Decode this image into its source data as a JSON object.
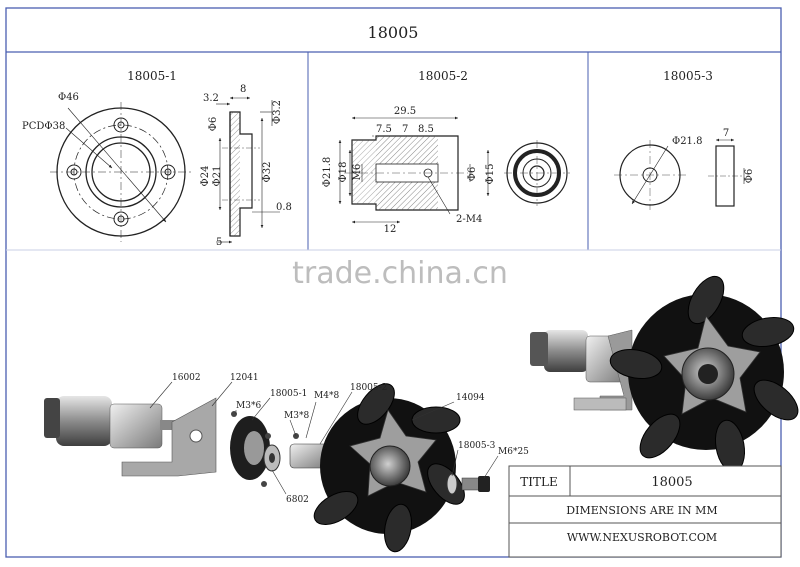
{
  "header": {
    "title": "18005"
  },
  "parts": {
    "p1": {
      "label": "18005-1",
      "dims": {
        "d46": "Φ46",
        "pcd": "PCDΦ38",
        "w32": "3.2",
        "w8": "8",
        "d6": "Φ6",
        "v32": "Φ3.2",
        "d24": "Φ24",
        "d21": "Φ21",
        "d32": "Φ32",
        "t08": "0.8",
        "t5": "5"
      }
    },
    "p2": {
      "label": "18005-2",
      "dims": {
        "l295": "29.5",
        "l75a": "7.5",
        "l7": "7",
        "l85": "8.5",
        "d218": "Φ21.8",
        "d18": "Φ18",
        "m6": "M6",
        "d6": "Φ6",
        "d15": "Φ15",
        "l12": "12",
        "m4": "2-M4"
      }
    },
    "p3": {
      "label": "18005-3",
      "dims": {
        "d218": "Φ21.8",
        "w7": "7",
        "d6": "Φ6"
      }
    }
  },
  "watermark": "trade.china.cn",
  "assembly": {
    "callouts": {
      "c16002": "16002",
      "c12041": "12041",
      "c1": "18005-1",
      "m36": "M3*6",
      "m38": "M3*8",
      "m48": "M4*8",
      "c2": "18005-2",
      "c14094": "14094",
      "c3": "18005-3",
      "m625": "M6*25",
      "c6802": "6802"
    }
  },
  "titleblock": {
    "title_label": "TITLE",
    "title_value": "18005",
    "note": "DIMENSIONS ARE IN MM",
    "url": "WWW.NEXUSROBOT.COM"
  }
}
